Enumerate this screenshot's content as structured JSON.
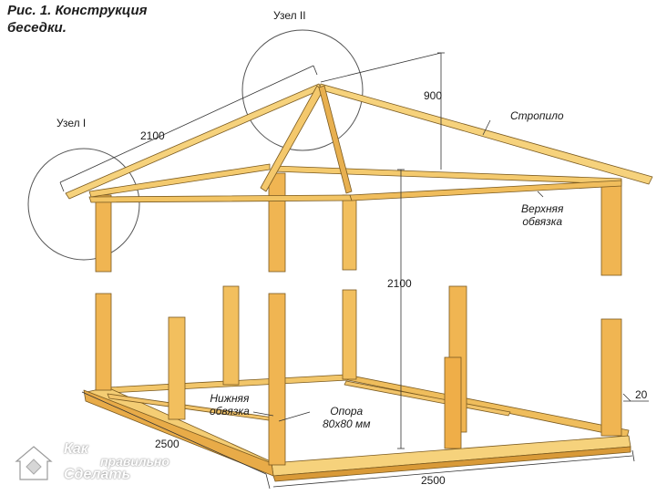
{
  "caption": {
    "line1": "Рис. 1. Конструкция",
    "line2": "беседки."
  },
  "labels": {
    "node1": "Узел I",
    "node2": "Узел II",
    "rafter": "Стропило",
    "top_frame_1": "Верхняя",
    "top_frame_2": "обвязка",
    "bottom_frame_1": "Нижняя",
    "bottom_frame_2": "обвязка",
    "support_1": "Опора",
    "support_2": "80x80 мм"
  },
  "dimensions": {
    "rafter_length": "2100",
    "roof_height": "900",
    "post_height": "2100",
    "plank_thickness": "20",
    "side_depth": "2500",
    "front_width": "2500"
  },
  "watermark": {
    "line1": "Как",
    "line2": "правильно",
    "line3": "Сделать"
  },
  "colors": {
    "wood_light": "#f7d27c",
    "wood_mid": "#efb24c",
    "wood_dark": "#d88a2c",
    "ink": "#2a2a2a"
  }
}
